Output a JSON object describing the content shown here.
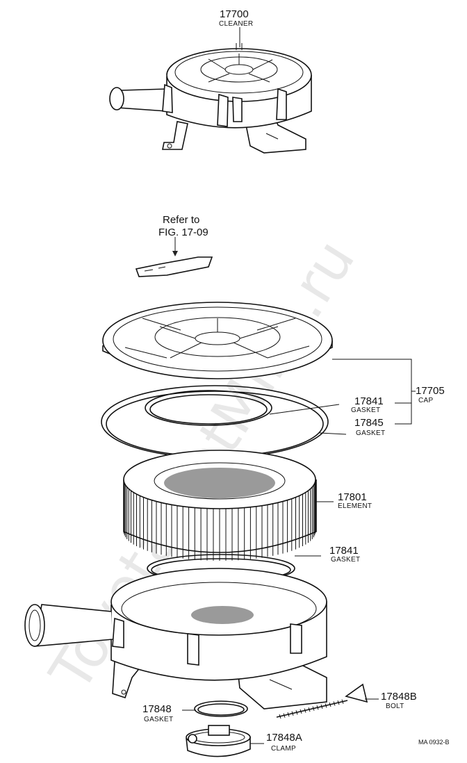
{
  "watermark": "Toyota-CatMine.ru",
  "reference": {
    "line1": "Refer to",
    "line2": "FIG. 17-09"
  },
  "drawing_code": "MA 0932-B",
  "parts": [
    {
      "id": "cleaner",
      "number": "17700",
      "name": "CLEANER"
    },
    {
      "id": "cap",
      "number": "17705",
      "name": "CAP"
    },
    {
      "id": "gasket-upper",
      "number": "17841",
      "name": "GASKET"
    },
    {
      "id": "gasket-cap",
      "number": "17845",
      "name": "GASKET"
    },
    {
      "id": "element",
      "number": "17801",
      "name": "ELEMENT"
    },
    {
      "id": "gasket-lower",
      "number": "17841",
      "name": "GASKET"
    },
    {
      "id": "gasket-mount",
      "number": "17848",
      "name": "GASKET"
    },
    {
      "id": "bolt",
      "number": "17848B",
      "name": "BOLT"
    },
    {
      "id": "clamp",
      "number": "17848A",
      "name": "CLAMP"
    }
  ]
}
